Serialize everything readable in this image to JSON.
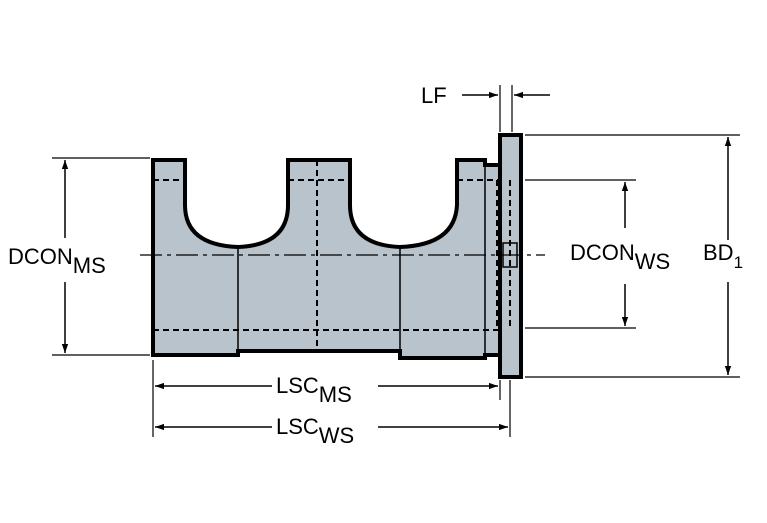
{
  "colors": {
    "part_fill": "#b9c3cb",
    "outline": "#000000",
    "background": "#ffffff"
  },
  "labels": {
    "lf": "LF",
    "dcon_ms_main": "DCON",
    "dcon_ms_sub": "MS",
    "dcon_ws_main": "DCON",
    "dcon_ws_sub": "WS",
    "bd1_main": "BD",
    "bd1_sub": "1",
    "lsc_ms_main": "LSC",
    "lsc_ms_sub": "MS",
    "lsc_ws_main": "LSC",
    "lsc_ws_sub": "WS"
  }
}
